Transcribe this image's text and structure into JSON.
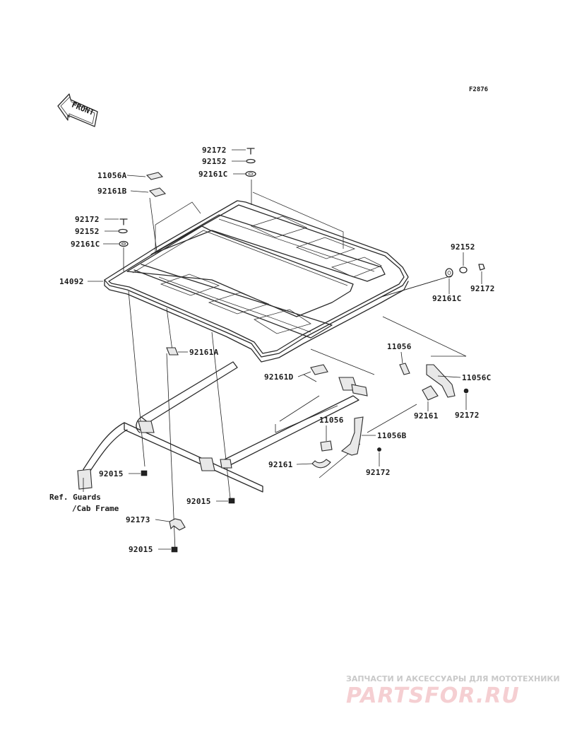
{
  "figure_code": "F2876",
  "front_label": "FRONT",
  "reference_note": {
    "line1": "Ref. Guards",
    "line2": "/Cab Frame"
  },
  "parts": {
    "p92172_top": "92172",
    "p92152_top": "92152",
    "p92161C_top": "92161C",
    "p11056A": "11056A",
    "p92161B": "92161B",
    "p92172_left": "92172",
    "p92152_left": "92152",
    "p92161C_left": "92161C",
    "p14092": "14092",
    "p92152_right": "92152",
    "p92172_right": "92172",
    "p92161C_right": "92161C",
    "p92161A": "92161A",
    "p11056_upper": "11056",
    "p11056C": "11056C",
    "p92161D": "92161D",
    "p92161_right": "92161",
    "p92172_mid": "92172",
    "p11056_lower": "11056",
    "p11056B": "11056B",
    "p92161_lower": "92161",
    "p92172_lower": "92172",
    "p92015_left": "92015",
    "p92015_mid": "92015",
    "p92173": "92173",
    "p92015_bottom": "92015"
  },
  "watermark": {
    "tagline": "ЗАПЧАСТИ И АКСЕССУАРЫ ДЛЯ МОТОТЕХНИКИ",
    "brand": "PARTSFOR.RU"
  }
}
